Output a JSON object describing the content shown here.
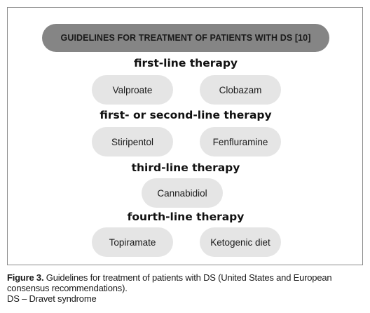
{
  "banner": "GUIDELINES FOR TREATMENT OF PATIENTS WITH DS [10]",
  "levels": [
    {
      "title": "first-line therapy",
      "items": [
        "Valproate",
        "Clobazam"
      ]
    },
    {
      "title": "first- or second-line therapy",
      "items": [
        "Stiripentol",
        "Fenfluramine"
      ]
    },
    {
      "title": "third-line therapy",
      "items": [
        "Cannabidiol"
      ]
    },
    {
      "title": "fourth-line therapy",
      "items": [
        "Topiramate",
        "Ketogenic diet"
      ]
    }
  ],
  "caption": {
    "label": "Figure 3.",
    "text": " Guidelines for treatment of patients with DS (United States and European consensus recommendations).",
    "abbreviation": "DS – Dravet syndrome"
  }
}
